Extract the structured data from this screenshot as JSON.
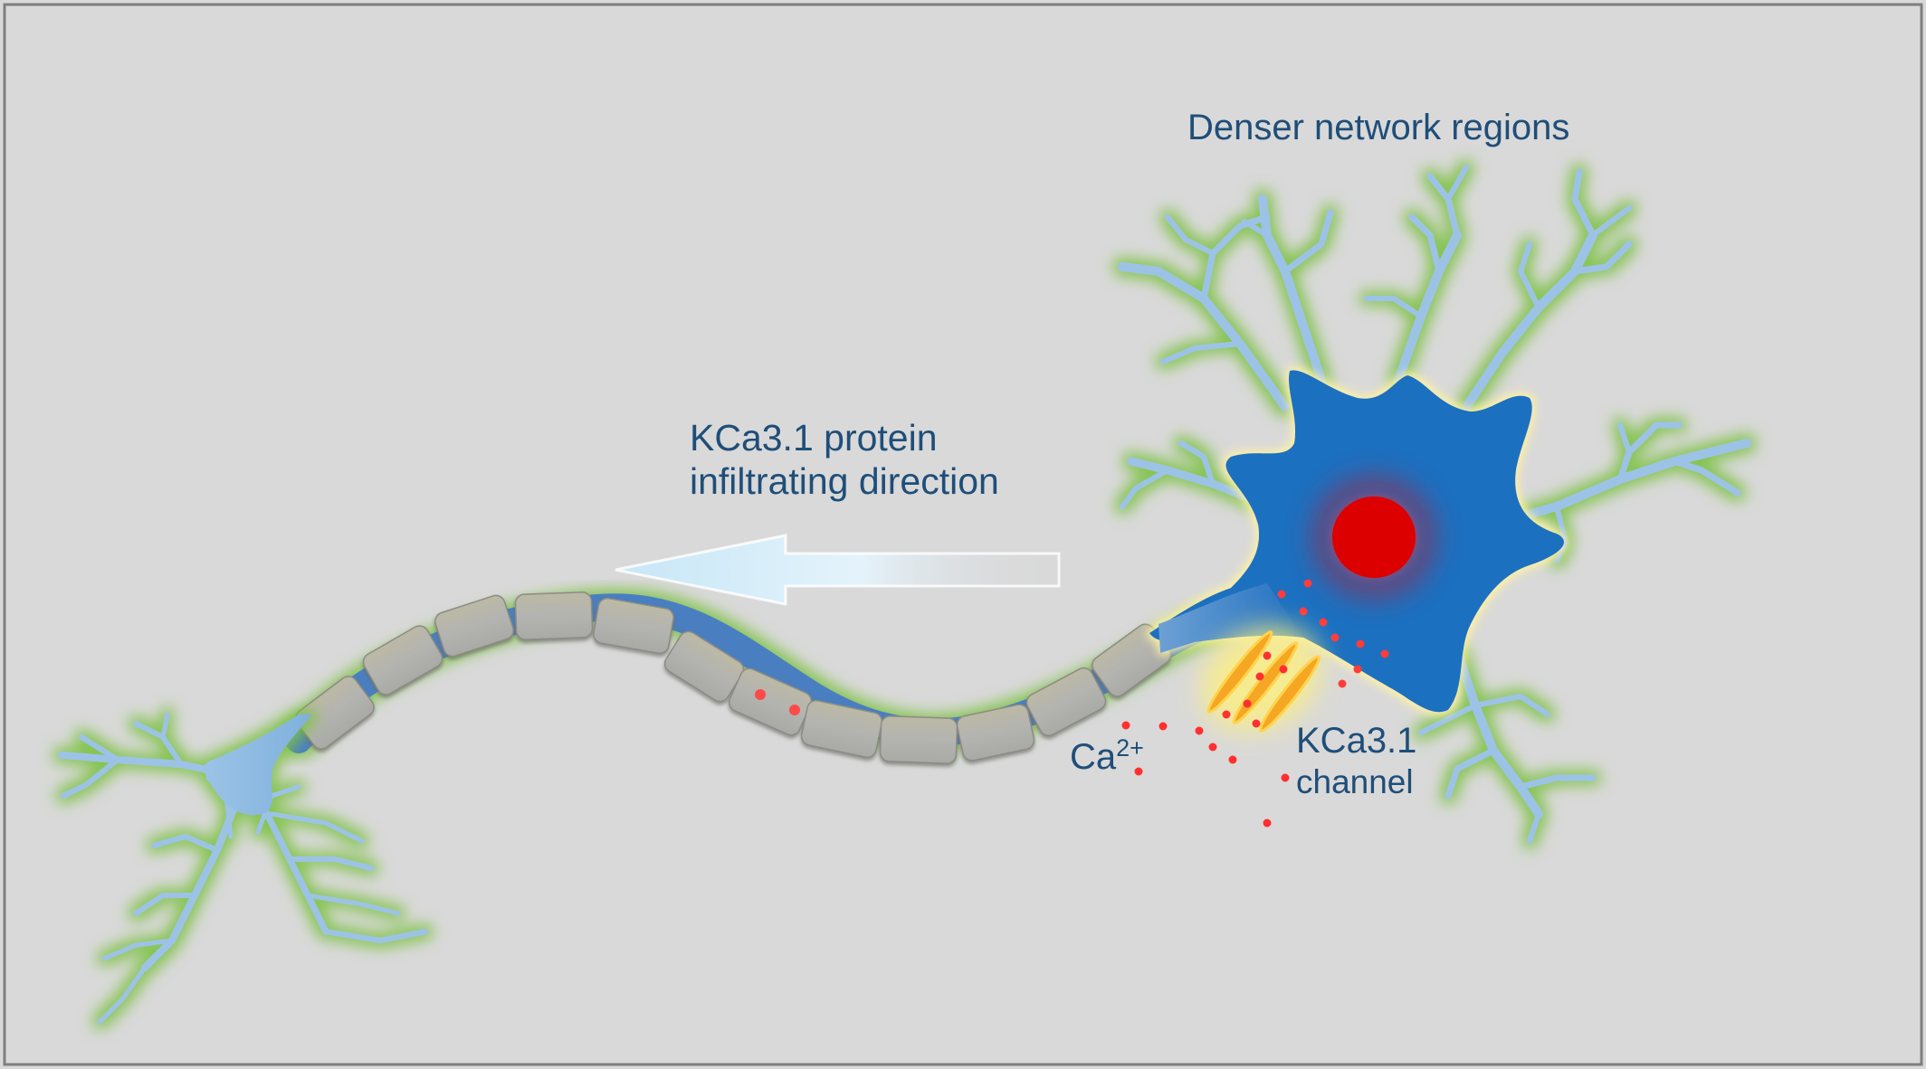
{
  "labels": {
    "dense_region": "Denser network regions",
    "protein_direction_line1": "KCa3.1 protein",
    "protein_direction_line2": "infiltrating direction",
    "calcium_base": "Ca",
    "calcium_charge": "2+",
    "channel_line1": "KCa3.1",
    "channel_line2": "channel"
  },
  "colors": {
    "background": "#d9d9d9",
    "frame": "#7f7f7f",
    "soma": "#1f6fc0",
    "nucleus": "#e00000",
    "dendrite": "#9cc3e6",
    "glow": "#7cc142",
    "myelin": "#b0b0a8",
    "calcium_ion": "#ff3030",
    "channel": "#f5a623",
    "arrow": "#cde8f6",
    "text": "#1f4e79"
  },
  "icons": {
    "neuron": "neuron-illustration",
    "arrow": "left-arrow-icon"
  }
}
